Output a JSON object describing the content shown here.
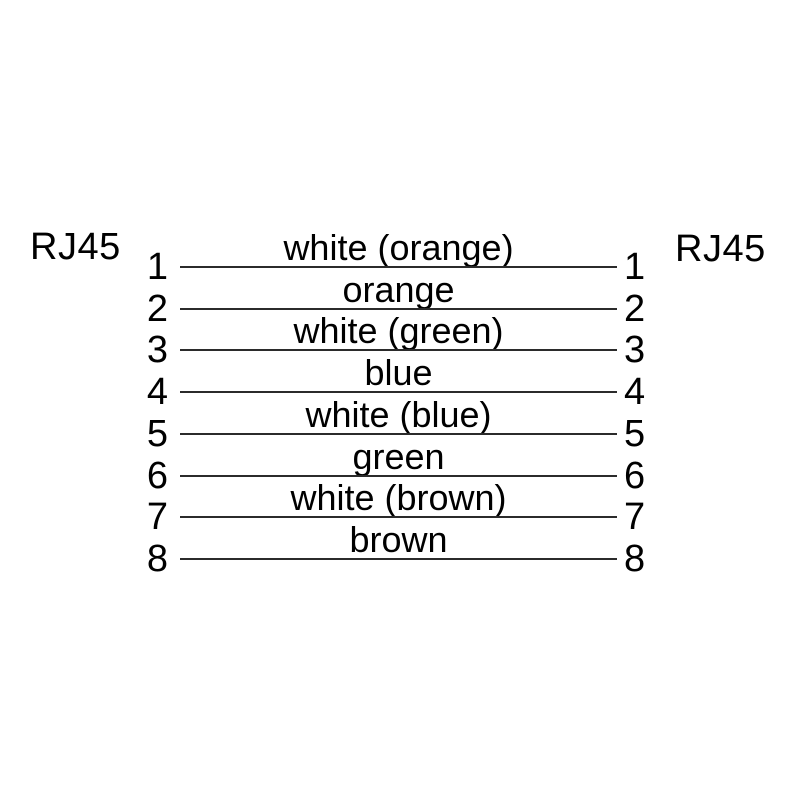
{
  "diagram": {
    "type": "rj45-cable-pinout",
    "left_connector_label": "RJ45",
    "right_connector_label": "RJ45",
    "wires": [
      {
        "left_pin": "1",
        "label": "white (orange)",
        "right_pin": "1"
      },
      {
        "left_pin": "2",
        "label": "orange",
        "right_pin": "2"
      },
      {
        "left_pin": "3",
        "label": "white (green)",
        "right_pin": "3"
      },
      {
        "left_pin": "4",
        "label": "blue",
        "right_pin": "4"
      },
      {
        "left_pin": "5",
        "label": "white (blue)",
        "right_pin": "5"
      },
      {
        "left_pin": "6",
        "label": "green",
        "right_pin": "6"
      },
      {
        "left_pin": "7",
        "label": "white (brown)",
        "right_pin": "7"
      },
      {
        "left_pin": "8",
        "label": "brown",
        "right_pin": "8"
      }
    ]
  },
  "colors": {
    "background": "#ffffff",
    "text": "#000000",
    "wire-line": "#2b2b2b"
  }
}
